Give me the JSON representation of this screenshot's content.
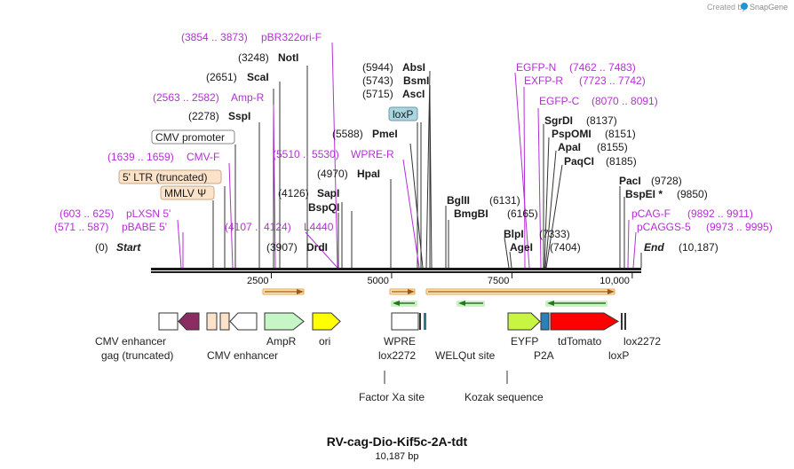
{
  "header": {
    "credit": "Created by",
    "brand": "SnapGene"
  },
  "plasmid": {
    "name": "RV-cag-Dio-Kif5c-2A-tdt",
    "size_label": "10,187 bp",
    "length": 10187
  },
  "axis": {
    "ticks": [
      {
        "value": 2500,
        "label": "2500"
      },
      {
        "value": 5000,
        "label": "5000"
      },
      {
        "value": 7500,
        "label": "7500"
      },
      {
        "value": 10000,
        "label": "10,000"
      }
    ]
  },
  "ends": {
    "start": {
      "pos": "(0)",
      "label": "Start"
    },
    "end": {
      "label": "End",
      "pos": "(10,187)"
    }
  },
  "sites": [
    {
      "name": "NotI",
      "pos": "(3248)"
    },
    {
      "name": "ScaI",
      "pos": "(2651)"
    },
    {
      "name": "SspI",
      "pos": "(2278)"
    },
    {
      "name": "AbsI",
      "pos": "(5944)"
    },
    {
      "name": "BsmI",
      "pos": "(5743)"
    },
    {
      "name": "AscI",
      "pos": "(5715)"
    },
    {
      "name": "PmeI",
      "pos": "(5588)"
    },
    {
      "name": "HpaI",
      "pos": "(4970)"
    },
    {
      "name": "SapI",
      "pos": "(4126)"
    },
    {
      "name": "BspQI",
      "pos": ""
    },
    {
      "name": "DrdI",
      "pos": "(3907)"
    },
    {
      "name": "SgrDI",
      "pos": "(8137)"
    },
    {
      "name": "PspOMI",
      "pos": "(8151)"
    },
    {
      "name": "ApaI",
      "pos": "(8155)"
    },
    {
      "name": "PaqCI",
      "pos": "(8185)"
    },
    {
      "name": "BglII",
      "pos": "(6131)"
    },
    {
      "name": "BmgBI",
      "pos": "(6165)"
    },
    {
      "name": "BlpI",
      "pos": "(7333)"
    },
    {
      "name": "AgeI",
      "pos": "(7404)"
    },
    {
      "name": "PacI",
      "pos": "(9728)"
    },
    {
      "name": "BspEI *",
      "pos": "(9850)"
    }
  ],
  "primers": [
    {
      "name": "pBR322ori-F",
      "range": "(3854 .. 3873)"
    },
    {
      "name": "Amp-R",
      "range": "(2563 .. 2582)"
    },
    {
      "name": "CMV-F",
      "range": "(1639 .. 1659)"
    },
    {
      "name": "pLXSN 5'",
      "range": "(603 .. 625)"
    },
    {
      "name": "pBABE 5'",
      "range": "(571 .. 587)"
    },
    {
      "name": "WPRE-R",
      "range": "(5510 .. 5530)"
    },
    {
      "name": "L4440",
      "range": "(4107 .. 4124)"
    },
    {
      "name": "EGFP-N",
      "range": "(7462 .. 7483)"
    },
    {
      "name": "EXFP-R",
      "range": "(7723 .. 7742)"
    },
    {
      "name": "EGFP-C",
      "range": "(8070 .. 8091)"
    },
    {
      "name": "pCAG-F",
      "range": "(9892 .. 9911)"
    },
    {
      "name": "pCAGGS-5",
      "range": "(9973 .. 9995)"
    }
  ],
  "boxed": [
    {
      "name": "CMV promoter",
      "fill": "#ffffff",
      "stroke": "#888888"
    },
    {
      "name": "5' LTR (truncated)",
      "fill": "#fbe2c8",
      "stroke": "#c8a888"
    },
    {
      "name": "MMLV Ψ",
      "fill": "#fbe2c8",
      "stroke": "#c8a888"
    },
    {
      "name": "loxP",
      "fill": "#a9d4e0",
      "stroke": "#6b9aa8"
    }
  ],
  "features": [
    "CMV enhancer",
    "gag (truncated)",
    "CMV enhancer",
    "AmpR",
    "ori",
    "WPRE",
    "lox2272",
    "WELQut site",
    "EYFP",
    "P2A",
    "tdTomato",
    "loxP",
    "lox2272",
    "Factor Xa site",
    "Kozak sequence"
  ],
  "colors": {
    "primer": "#b52fd6",
    "orange_arrow": "#e9a24d",
    "green_arrow": "#2e9b2e",
    "cmv_enhancer_dark": "#8b2d63",
    "ampr": "#c6f5c6",
    "ori": "#ffff00",
    "eyfp": "#c8f542",
    "tdtomato": "#ff0000"
  }
}
